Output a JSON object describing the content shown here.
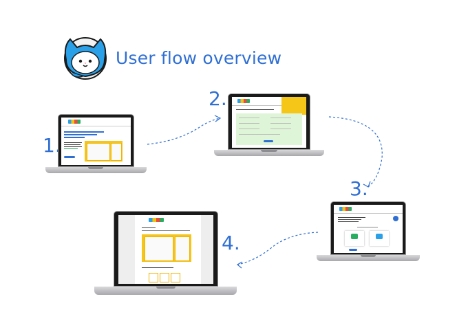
{
  "title": "User flow overview",
  "steps": [
    {
      "number": "1."
    },
    {
      "number": "2."
    },
    {
      "number": "3."
    },
    {
      "number": "4."
    }
  ],
  "colors": {
    "accent": "#2f6fd3",
    "cat_blue": "#2aa0e8",
    "highlight": "#f5c518",
    "form_bg": "#dff5d8"
  },
  "icons": {
    "mascot": "cat-mascot-icon",
    "connector": "dashed-arrow-icon"
  }
}
